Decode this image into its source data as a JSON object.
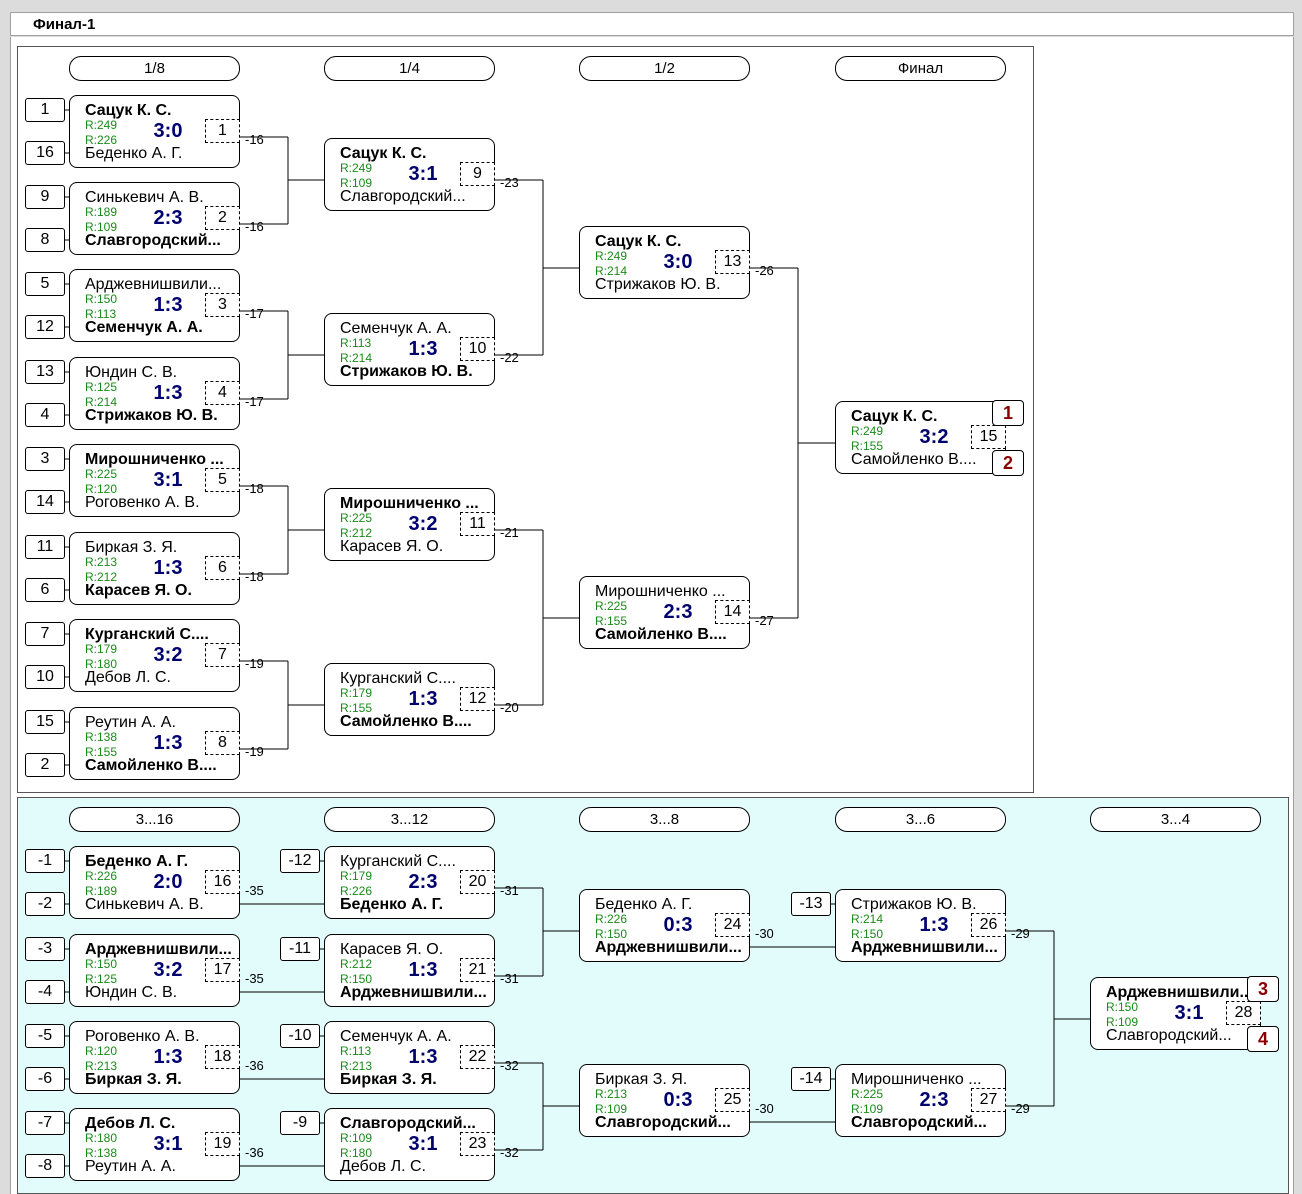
{
  "title": "Финал-1",
  "main_rounds": [
    "1/8",
    "1/4",
    "1/2",
    "Финал"
  ],
  "cons_rounds": [
    "3...16",
    "3...12",
    "3...8",
    "3...6",
    "3...4"
  ],
  "matches": [
    {
      "n": "1",
      "p1": "Сацук К. С.",
      "r1": "R:249",
      "p2": "Беденко А. Г.",
      "r2": "R:226",
      "score": "3:0",
      "w": 1,
      "s1": "1",
      "s2": "16",
      "loser": "-16"
    },
    {
      "n": "2",
      "p1": "Синькевич А. В.",
      "r1": "R:189",
      "p2": "Славгородский...",
      "r2": "R:109",
      "score": "2:3",
      "w": 2,
      "s1": "9",
      "s2": "8",
      "loser": "-16"
    },
    {
      "n": "3",
      "p1": "Арджевнишвили...",
      "r1": "R:150",
      "p2": "Семенчук А. А.",
      "r2": "R:113",
      "score": "1:3",
      "w": 2,
      "s1": "5",
      "s2": "12",
      "loser": "-17"
    },
    {
      "n": "4",
      "p1": "Юндин С. В.",
      "r1": "R:125",
      "p2": "Стрижаков Ю. В.",
      "r2": "R:214",
      "score": "1:3",
      "w": 2,
      "s1": "13",
      "s2": "4",
      "loser": "-17"
    },
    {
      "n": "5",
      "p1": "Мирошниченко ...",
      "r1": "R:225",
      "p2": "Роговенко А. В.",
      "r2": "R:120",
      "score": "3:1",
      "w": 1,
      "s1": "3",
      "s2": "14",
      "loser": "-18"
    },
    {
      "n": "6",
      "p1": "Биркая З. Я.",
      "r1": "R:213",
      "p2": "Карасев Я. О.",
      "r2": "R:212",
      "score": "1:3",
      "w": 2,
      "s1": "11",
      "s2": "6",
      "loser": "-18"
    },
    {
      "n": "7",
      "p1": "Курганский С....",
      "r1": "R:179",
      "p2": "Дебов Л. С.",
      "r2": "R:180",
      "score": "3:2",
      "w": 1,
      "s1": "7",
      "s2": "10",
      "loser": "-19"
    },
    {
      "n": "8",
      "p1": "Реутин А. А.",
      "r1": "R:138",
      "p2": "Самойленко В....",
      "r2": "R:155",
      "score": "1:3",
      "w": 2,
      "s1": "15",
      "s2": "2",
      "loser": "-19"
    },
    {
      "n": "9",
      "p1": "Сацук К. С.",
      "r1": "R:249",
      "p2": "Славгородский...",
      "r2": "R:109",
      "score": "3:1",
      "w": 1,
      "loser": "-23"
    },
    {
      "n": "10",
      "p1": "Семенчук А. А.",
      "r1": "R:113",
      "p2": "Стрижаков Ю. В.",
      "r2": "R:214",
      "score": "1:3",
      "w": 2,
      "loser": "-22"
    },
    {
      "n": "11",
      "p1": "Мирошниченко ...",
      "r1": "R:225",
      "p2": "Карасев Я. О.",
      "r2": "R:212",
      "score": "3:2",
      "w": 1,
      "loser": "-21"
    },
    {
      "n": "12",
      "p1": "Курганский С....",
      "r1": "R:179",
      "p2": "Самойленко В....",
      "r2": "R:155",
      "score": "1:3",
      "w": 2,
      "loser": "-20"
    },
    {
      "n": "13",
      "p1": "Сацук К. С.",
      "r1": "R:249",
      "p2": "Стрижаков Ю. В.",
      "r2": "R:214",
      "score": "3:0",
      "w": 1,
      "loser": "-26"
    },
    {
      "n": "14",
      "p1": "Мирошниченко ...",
      "r1": "R:225",
      "p2": "Самойленко В....",
      "r2": "R:155",
      "score": "2:3",
      "w": 2,
      "loser": "-27"
    },
    {
      "n": "15",
      "p1": "Сацук К. С.",
      "r1": "R:249",
      "p2": "Самойленко В....",
      "r2": "R:155",
      "score": "3:2",
      "w": 1,
      "place1": "1",
      "place2": "2"
    },
    {
      "n": "16",
      "p1": "Беденко А. Г.",
      "r1": "R:226",
      "p2": "Синькевич А. В.",
      "r2": "R:189",
      "score": "2:0",
      "w": 1,
      "s1": "-1",
      "s2": "-2",
      "loser": "-35"
    },
    {
      "n": "17",
      "p1": "Арджевнишвили...",
      "r1": "R:150",
      "p2": "Юндин С. В.",
      "r2": "R:125",
      "score": "3:2",
      "w": 1,
      "s1": "-3",
      "s2": "-4",
      "loser": "-35"
    },
    {
      "n": "18",
      "p1": "Роговенко А. В.",
      "r1": "R:120",
      "p2": "Биркая З. Я.",
      "r2": "R:213",
      "score": "1:3",
      "w": 2,
      "s1": "-5",
      "s2": "-6",
      "loser": "-36"
    },
    {
      "n": "19",
      "p1": "Дебов Л. С.",
      "r1": "R:180",
      "p2": "Реутин А. А.",
      "r2": "R:138",
      "score": "3:1",
      "w": 1,
      "s1": "-7",
      "s2": "-8",
      "loser": "-36"
    },
    {
      "n": "20",
      "p1": "Курганский С....",
      "r1": "R:179",
      "p2": "Беденко А. Г.",
      "r2": "R:226",
      "score": "2:3",
      "w": 2,
      "s1": "-12",
      "loser": "-31"
    },
    {
      "n": "21",
      "p1": "Карасев Я. О.",
      "r1": "R:212",
      "p2": "Арджевнишвили...",
      "r2": "R:150",
      "score": "1:3",
      "w": 2,
      "s1": "-11",
      "loser": "-31"
    },
    {
      "n": "22",
      "p1": "Семенчук А. А.",
      "r1": "R:113",
      "p2": "Биркая З. Я.",
      "r2": "R:213",
      "score": "1:3",
      "w": 2,
      "s1": "-10",
      "loser": "-32"
    },
    {
      "n": "23",
      "p1": "Славгородский...",
      "r1": "R:109",
      "p2": "Дебов Л. С.",
      "r2": "R:180",
      "score": "3:1",
      "w": 1,
      "s1": "-9",
      "loser": "-32"
    },
    {
      "n": "24",
      "p1": "Беденко А. Г.",
      "r1": "R:226",
      "p2": "Арджевнишвили...",
      "r2": "R:150",
      "score": "0:3",
      "w": 2,
      "loser": "-30"
    },
    {
      "n": "25",
      "p1": "Биркая З. Я.",
      "r1": "R:213",
      "p2": "Славгородский...",
      "r2": "R:109",
      "score": "0:3",
      "w": 2,
      "loser": "-30"
    },
    {
      "n": "26",
      "p1": "Стрижаков Ю. В.",
      "r1": "R:214",
      "p2": "Арджевнишвили...",
      "r2": "R:150",
      "score": "1:3",
      "w": 2,
      "s1": "-13",
      "loser": "-29"
    },
    {
      "n": "27",
      "p1": "Мирошниченко ...",
      "r1": "R:225",
      "p2": "Славгородский...",
      "r2": "R:109",
      "score": "2:3",
      "w": 2,
      "s1": "-14",
      "loser": "-29"
    },
    {
      "n": "28",
      "p1": "Арджевнишвили...",
      "r1": "R:150",
      "p2": "Славгородский...",
      "r2": "R:109",
      "score": "3:1",
      "w": 1,
      "place1": "3",
      "place2": "4"
    }
  ]
}
